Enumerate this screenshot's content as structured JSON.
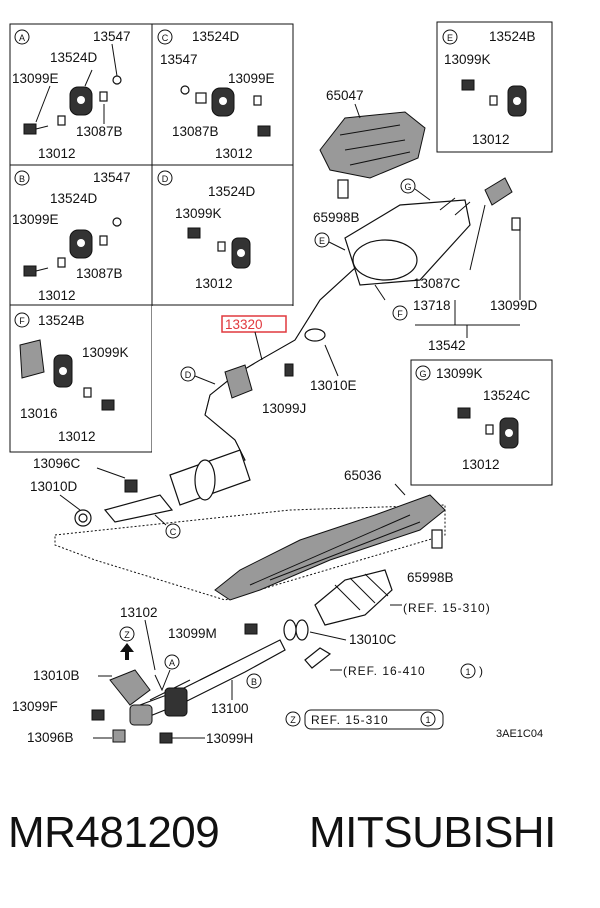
{
  "diagram": {
    "panels": {
      "A": {
        "letter": "A",
        "labels": [
          "13547",
          "13524D",
          "13099E",
          "13087B",
          "13012"
        ]
      },
      "B": {
        "letter": "B",
        "labels": [
          "13547",
          "13524D",
          "13099E",
          "13087B",
          "13012"
        ]
      },
      "C": {
        "letter": "C",
        "labels": [
          "13524D",
          "13547",
          "13099E",
          "13087B",
          "13012"
        ]
      },
      "D": {
        "letter": "D",
        "labels": [
          "13524D",
          "13099K",
          "13012"
        ]
      },
      "E": {
        "letter": "E",
        "labels": [
          "13524B",
          "13099K",
          "13012"
        ]
      },
      "F": {
        "letter": "F",
        "labels": [
          "13524B",
          "13099K",
          "13016",
          "13012"
        ]
      },
      "G": {
        "letter": "G",
        "labels": [
          "13099K",
          "13524C",
          "13012"
        ]
      }
    },
    "main_labels": {
      "p65047": "65047",
      "p65998B_top": "65998B",
      "p13087C": "13087C",
      "p13718": "13718",
      "p13099D": "13099D",
      "p13542": "13542",
      "p13320": "13320",
      "p13010E": "13010E",
      "p13099J": "13099J",
      "p13096C": "13096C",
      "p13010D": "13010D",
      "p65036": "65036",
      "p65998B_bottom": "65998B",
      "p13102": "13102",
      "p13099M": "13099M",
      "p13010C": "13010C",
      "p13010B": "13010B",
      "p13099F": "13099F",
      "p13096B": "13096B",
      "p13100": "13100",
      "p13099H": "13099H"
    },
    "callouts": {
      "E": "E",
      "G": "G",
      "F": "F",
      "D": "D",
      "C": "C",
      "A": "A",
      "B": "B",
      "Z": "Z",
      "Z2": "Z"
    },
    "refs": {
      "r1": "(REF. 15-310)",
      "r2": "(REF. 16-410",
      "r2num": "1",
      "r3": "REF. 15-310",
      "r3num": "1"
    },
    "code": "3AE1C04",
    "highlight_color": "#e0393e"
  },
  "footer": {
    "part_number": "MR481209",
    "brand": "MITSUBISHI"
  }
}
